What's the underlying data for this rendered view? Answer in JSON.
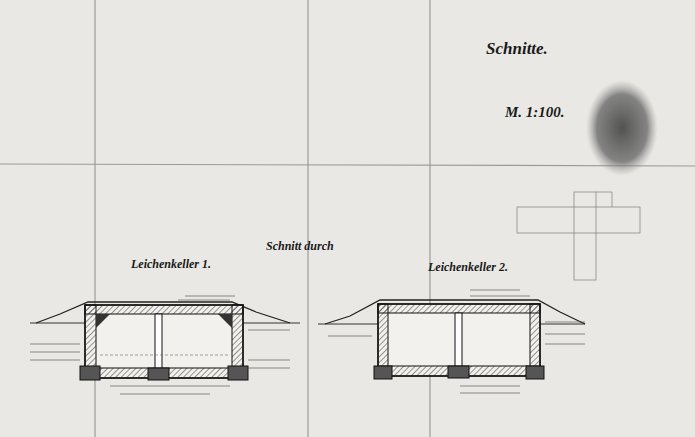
{
  "diagram": {
    "title": "Schnitte.",
    "labels": [
      "M. 1:100.",
      "Schnitt durch",
      "Leichenkeller 1.",
      "Leichenkeller 2."
    ]
  }
}
